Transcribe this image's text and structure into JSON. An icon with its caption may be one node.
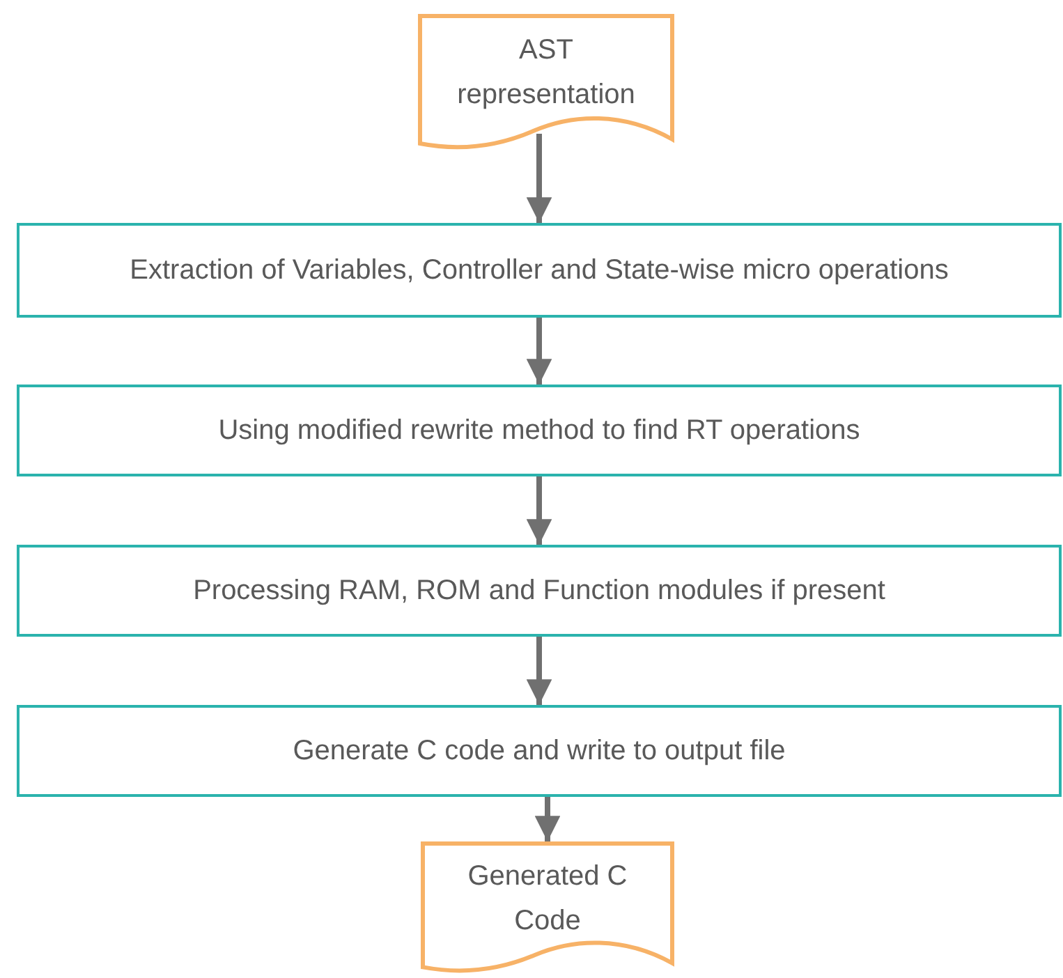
{
  "diagram": {
    "nodes": [
      {
        "text": [
          "AST representation"
        ]
      },
      {
        "text": [
          "Extraction of Variables, Controller and State-wise micro operations"
        ]
      },
      {
        "text": [
          "Using modified rewrite method to find RT operations"
        ]
      },
      {
        "text": [
          "Processing RAM, ROM and Function modules if present"
        ]
      },
      {
        "text": [
          "Generate C code and write to output file"
        ]
      },
      {
        "text": [
          "Generated C Code"
        ]
      }
    ],
    "edges": [
      {
        "from": 0,
        "to": 1,
        "arrow": "to"
      },
      {
        "from": 1,
        "to": 2,
        "arrow": "to"
      },
      {
        "from": 2,
        "to": 3,
        "arrow": "to"
      },
      {
        "from": 3,
        "to": 4,
        "arrow": "to"
      },
      {
        "from": 4,
        "to": 5,
        "arrow": "to"
      }
    ]
  }
}
